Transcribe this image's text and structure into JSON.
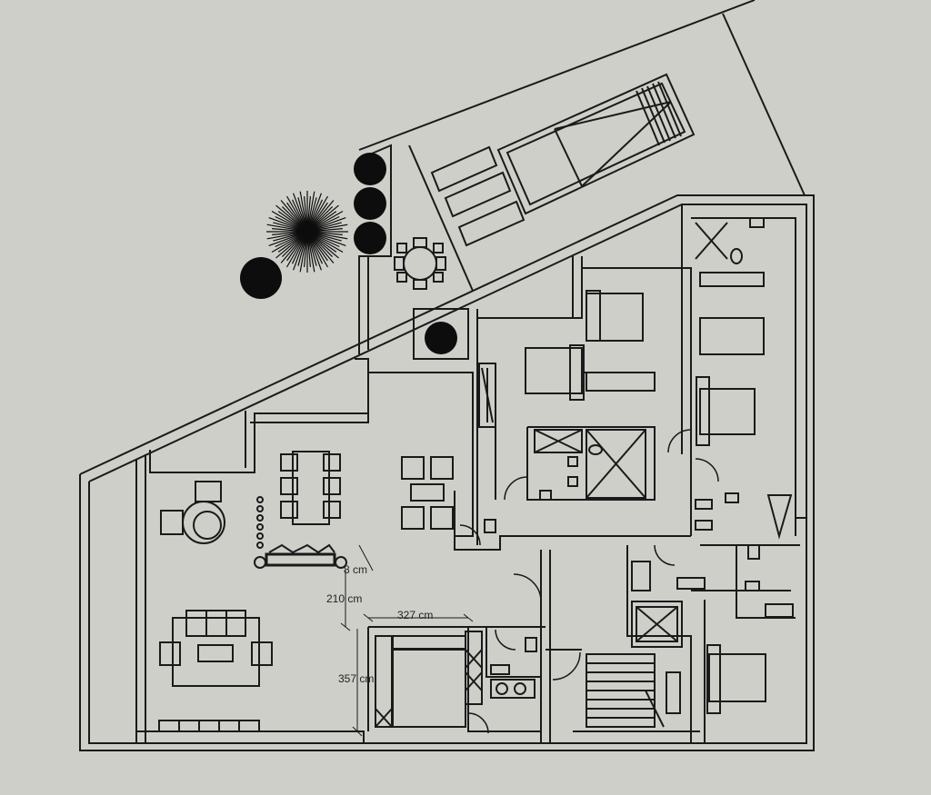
{
  "colors": {
    "background": "#cfcfca",
    "wall": "#1a1a1a",
    "fill": "#cfcfca",
    "tree": "#0d0d0d"
  },
  "dimensions": {
    "label_1": "8 cm",
    "label_2": "210 cm",
    "label_3": "327 cm",
    "label_4": "357 cm"
  },
  "icons": [
    "tree-dark-icon",
    "palm-tree-icon",
    "stair-icon",
    "elevator-icon",
    "toilet-icon",
    "bed-icon",
    "sofa-icon",
    "table-icon",
    "sunbed-icon",
    "pool-icon"
  ]
}
